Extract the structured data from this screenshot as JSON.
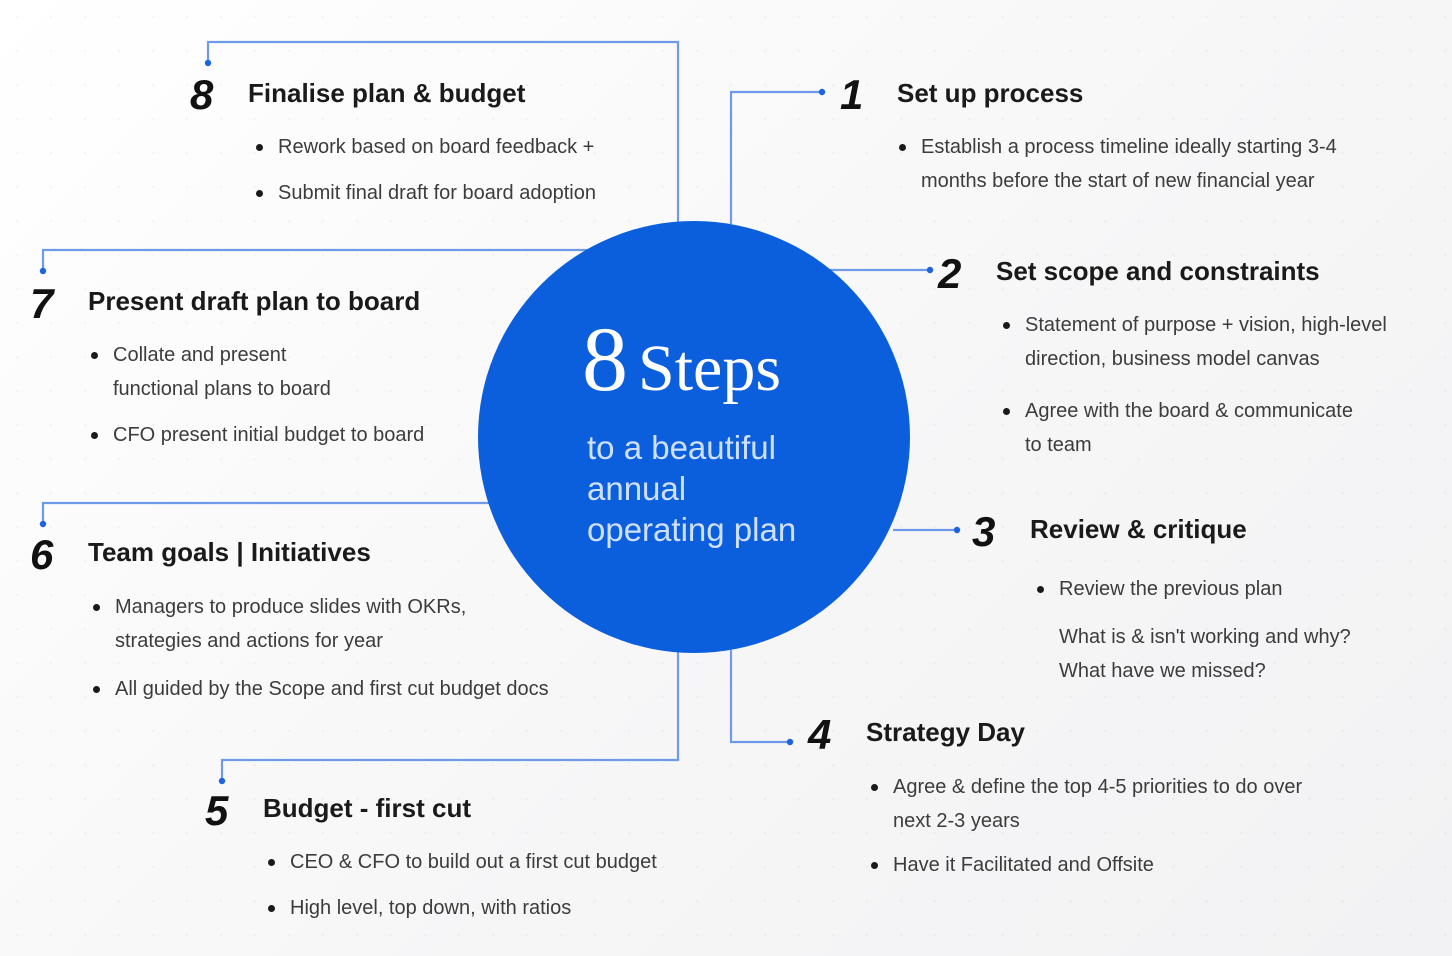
{
  "hub": {
    "number": "8",
    "word": "Steps",
    "subtitle_lines": [
      "to a beautiful",
      "annual",
      "operating plan"
    ],
    "color": "#0b5fdc"
  },
  "colors": {
    "connector": "#6f9ae8",
    "connector_dot": "#1e64e0",
    "text_heading": "#1a1a1a",
    "text_body": "#3c3c3c"
  },
  "steps": [
    {
      "number": "1",
      "title": "Set up process",
      "bullets": [
        {
          "lines": [
            "Establish a process timeline ideally starting 3-4",
            "months before the start of new financial year"
          ]
        }
      ]
    },
    {
      "number": "2",
      "title": "Set scope and constraints",
      "bullets": [
        {
          "lines": [
            "Statement of purpose + vision, high-level",
            "direction, business model canvas"
          ]
        },
        {
          "lines": [
            "Agree with the board & communicate",
            "to team"
          ]
        }
      ]
    },
    {
      "number": "3",
      "title": "Review & critique",
      "bullets": [
        {
          "lines": [
            "Review the previous plan"
          ]
        }
      ],
      "notes": [
        "What is & isn't working and why?",
        "What have we missed?"
      ]
    },
    {
      "number": "4",
      "title": "Strategy Day",
      "bullets": [
        {
          "lines": [
            "Agree & define the top 4-5 priorities to do over",
            "next 2-3 years"
          ]
        },
        {
          "lines": [
            "Have it Facilitated and Offsite"
          ]
        }
      ]
    },
    {
      "number": "5",
      "title": "Budget - first cut",
      "bullets": [
        {
          "lines": [
            "CEO & CFO to build out a first cut budget"
          ]
        },
        {
          "lines": [
            "High level, top down, with ratios"
          ]
        }
      ]
    },
    {
      "number": "6",
      "title": "Team goals | Initiatives",
      "bullets": [
        {
          "lines": [
            "Managers to produce slides with OKRs,",
            "strategies and actions for year"
          ]
        },
        {
          "lines": [
            "All guided by the Scope and first cut budget docs"
          ]
        }
      ]
    },
    {
      "number": "7",
      "title": "Present draft plan to board",
      "bullets": [
        {
          "lines": [
            "Collate and present",
            "functional plans to board"
          ]
        },
        {
          "lines": [
            "CFO present initial budget to board"
          ]
        }
      ]
    },
    {
      "number": "8",
      "title": "Finalise plan & budget",
      "bullets": [
        {
          "lines": [
            "Rework based on board feedback +"
          ]
        },
        {
          "lines": [
            "Submit final draft for board adoption"
          ]
        }
      ]
    }
  ]
}
